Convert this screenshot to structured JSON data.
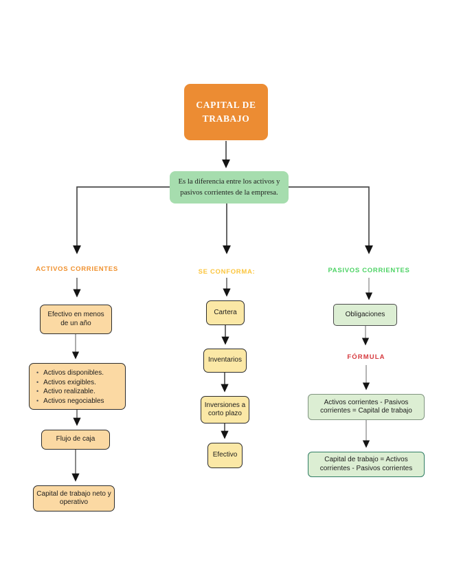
{
  "title": {
    "text": "CAPITAL DE TRABAJO"
  },
  "definition": {
    "text": "Es la diferencia entre los activos y pasivos corrientes de la empresa."
  },
  "colors": {
    "title_bg": "#EC8C33",
    "definition_bg": "#A6DDAE",
    "activos_header": "#F0912E",
    "conforma_header": "#FBC53E",
    "pasivos_header": "#4ED366",
    "formula_header": "#D6393E",
    "peach_box_bg": "#FBD9A3",
    "yellow_box_bg": "#FBE8A6",
    "green_box_bg": "#DCEED3"
  },
  "columns": {
    "activos": {
      "header": "ACTIVOS CORRIENTES",
      "box_efectivo": "Efectivo en menos de un año",
      "bullets": [
        "Activos disponibles.",
        "Activos exigibles.",
        "Activo realizable.",
        "Activos negociables"
      ],
      "box_flujo": "Flujo de caja",
      "box_capital_neto": "Capital de trabajo  neto y operativo"
    },
    "conforma": {
      "header": "SE CONFORMA:",
      "boxes": [
        "Cartera",
        "Inventarios",
        "Inversiones a corto plazo",
        "Efectivo"
      ]
    },
    "pasivos": {
      "header": "PASIVOS CORRIENTES",
      "box_obligaciones": "Obligaciones",
      "formula_header": "FÓRMULA",
      "formulas": [
        "Activos corrientes - Pasivos corrientes = Capital de trabajo",
        "Capital de trabajo = Activos corrientes - Pasivos corrientes"
      ]
    }
  }
}
